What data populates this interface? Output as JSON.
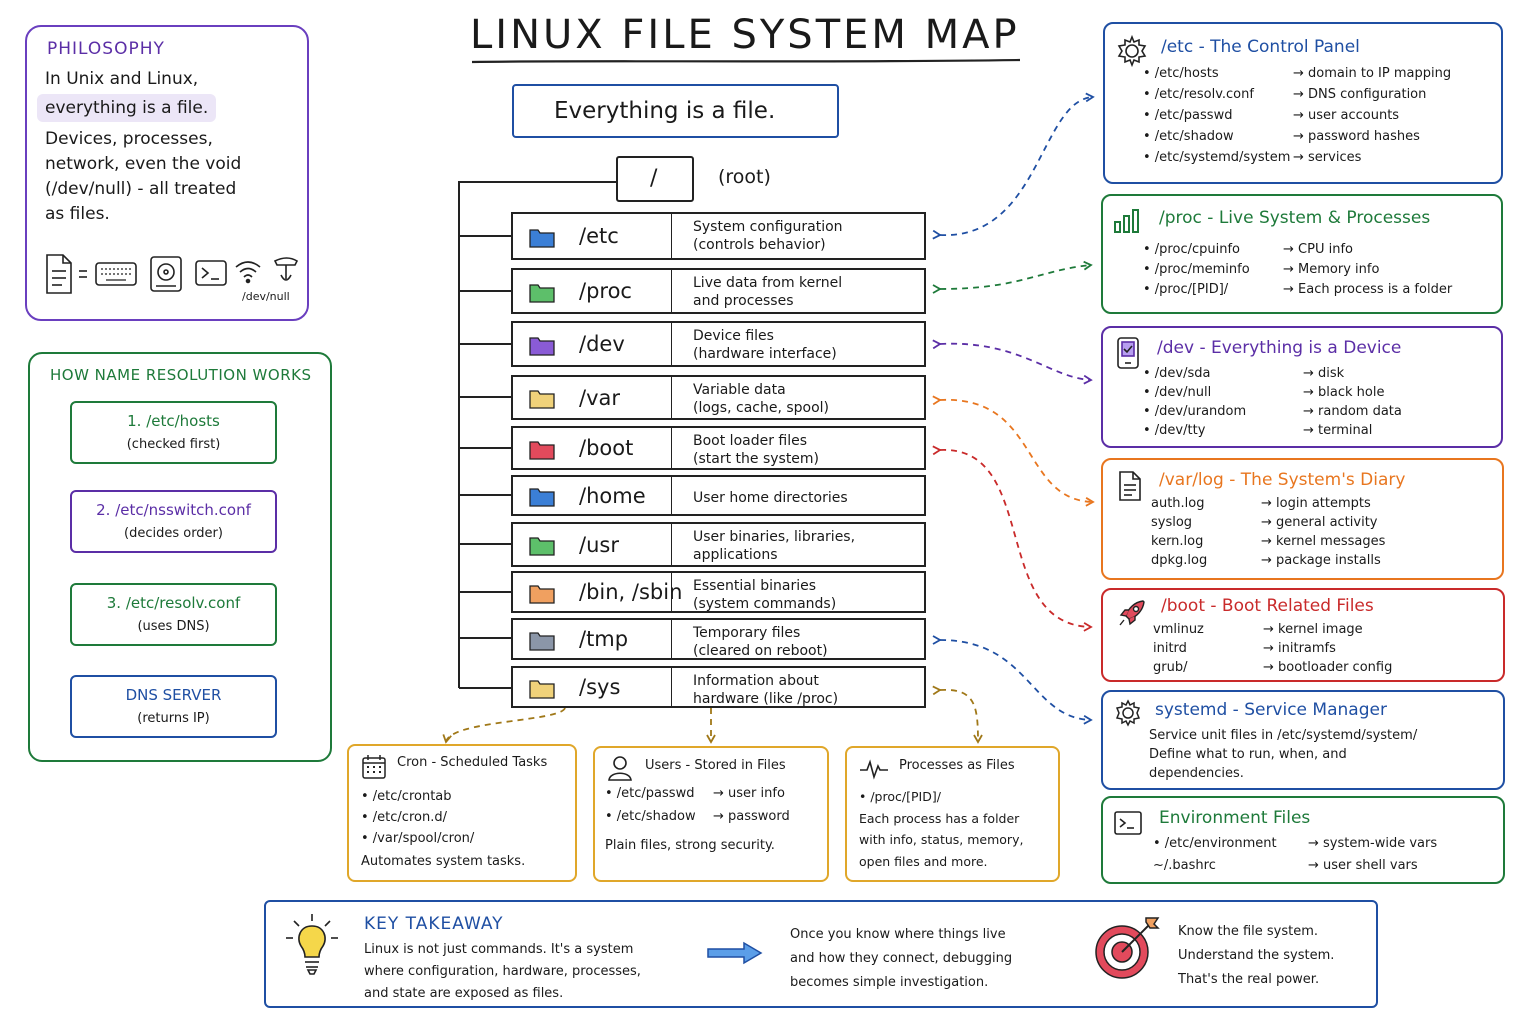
{
  "title": "LINUX FILE SYSTEM MAP",
  "tagline": "Everything is a file.",
  "root": {
    "symbol": "/",
    "label": "(root)"
  },
  "philosophy": {
    "heading": "PHILOSOPHY",
    "line1": "In Unix and Linux,",
    "line2": "everything is a file.",
    "body": [
      "Devices, processes,",
      "network, even the void",
      "(/dev/null) - all treated",
      "as files."
    ],
    "icons": [
      "file-icon",
      "keyboard-icon",
      "disk-icon",
      "terminal-icon",
      "wifi-icon",
      "void-icon"
    ],
    "equals": "=",
    "devnull": "/dev/null"
  },
  "resolution": {
    "heading": "HOW NAME RESOLUTION WORKS",
    "steps": [
      {
        "title": "1. /etc/hosts",
        "sub": "(checked first)",
        "color": "#1e7a3a"
      },
      {
        "title": "2. /etc/nsswitch.conf",
        "sub": "(decides order)",
        "color": "#5b2ea6"
      },
      {
        "title": "3. /etc/resolv.conf",
        "sub": "(uses DNS)",
        "color": "#1e7a3a"
      },
      {
        "title": "DNS SERVER",
        "sub": "(returns IP)",
        "color": "#1f4fa3"
      }
    ]
  },
  "tree": [
    {
      "name": "/etc",
      "desc": "System configuration\n(controls behavior)",
      "color": "#3b7fd6"
    },
    {
      "name": "/proc",
      "desc": "Live data from kernel\nand processes",
      "color": "#5dbf6a"
    },
    {
      "name": "/dev",
      "desc": "Device files\n(hardware interface)",
      "color": "#8a5bd6"
    },
    {
      "name": "/var",
      "desc": "Variable data\n(logs, cache, spool)",
      "color": "#f0d27a"
    },
    {
      "name": "/boot",
      "desc": "Boot loader files\n(start the system)",
      "color": "#e24a5c"
    },
    {
      "name": "/home",
      "desc": "User home directories",
      "color": "#3b7fd6"
    },
    {
      "name": "/usr",
      "desc": "User binaries, libraries,\napplications",
      "color": "#5dbf6a"
    },
    {
      "name": "/bin, /sbin",
      "desc": "Essential binaries\n(system commands)",
      "color": "#f0a060"
    },
    {
      "name": "/tmp",
      "desc": "Temporary files\n(cleared on reboot)",
      "color": "#8b96a8"
    },
    {
      "name": "/sys",
      "desc": "Information about\nhardware (like /proc)",
      "color": "#f0d27a"
    }
  ],
  "panels": {
    "etc": {
      "title": "/etc - The Control Panel",
      "color": "#1f4fa3",
      "icon": "gear-icon",
      "items": [
        [
          "• /etc/hosts",
          "→  domain to IP mapping"
        ],
        [
          "• /etc/resolv.conf",
          "→  DNS configuration"
        ],
        [
          "• /etc/passwd",
          "→  user accounts"
        ],
        [
          "• /etc/shadow",
          "→  password hashes"
        ],
        [
          "• /etc/systemd/system",
          "→  services"
        ]
      ]
    },
    "proc": {
      "title": "/proc - Live System & Processes",
      "color": "#1e7a3a",
      "icon": "bar-chart-icon",
      "items": [
        [
          "• /proc/cpuinfo",
          "→  CPU info"
        ],
        [
          "• /proc/meminfo",
          "→  Memory info"
        ],
        [
          "• /proc/[PID]/",
          "→  Each process is a folder"
        ]
      ]
    },
    "dev": {
      "title": "/dev - Everything is a Device",
      "color": "#5b2ea6",
      "icon": "device-icon",
      "items": [
        [
          "• /dev/sda",
          "→  disk"
        ],
        [
          "• /dev/null",
          "→  black hole"
        ],
        [
          "• /dev/urandom",
          "→  random data"
        ],
        [
          "• /dev/tty",
          "→  terminal"
        ]
      ]
    },
    "varlog": {
      "title": "/var/log - The System's Diary",
      "color": "#e8761f",
      "icon": "log-file-icon",
      "items": [
        [
          "auth.log",
          "→  login attempts"
        ],
        [
          "syslog",
          "→  general activity"
        ],
        [
          "kern.log",
          "→  kernel messages"
        ],
        [
          "dpkg.log",
          "→  package installs"
        ]
      ]
    },
    "boot": {
      "title": "/boot - Boot Related Files",
      "color": "#c92a2a",
      "icon": "rocket-icon",
      "items": [
        [
          "vmlinuz",
          "→  kernel image"
        ],
        [
          "initrd",
          "→  initramfs"
        ],
        [
          "grub/",
          "→  bootloader config"
        ]
      ]
    },
    "systemd": {
      "title": "systemd - Service Manager",
      "color": "#1f4fa3",
      "icon": "gear-icon",
      "lines": [
        "Service unit files in /etc/systemd/system/",
        "Define what to run, when, and",
        "dependencies."
      ]
    },
    "env": {
      "title": "Environment Files",
      "color": "#1e7a3a",
      "icon": "terminal-icon",
      "items": [
        [
          "• /etc/environment",
          "→  system-wide vars"
        ],
        [
          "~/.bashrc",
          "→  user shell vars"
        ]
      ]
    }
  },
  "bottom_cards": {
    "cron": {
      "title": "Cron - Scheduled Tasks",
      "items": [
        "• /etc/crontab",
        "• /etc/cron.d/",
        "• /var/spool/cron/"
      ],
      "footer": "Automates system tasks."
    },
    "users": {
      "title": "Users - Stored in Files",
      "items": [
        [
          "• /etc/passwd",
          "→  user info"
        ],
        [
          "• /etc/shadow",
          "→  password"
        ]
      ],
      "footer": "Plain files, strong security."
    },
    "processes": {
      "title": "Processes as Files",
      "lines": [
        "• /proc/[PID]/",
        "Each process has a folder",
        "with info, status, memory,",
        "open files and more."
      ]
    }
  },
  "takeaway": {
    "heading": "KEY TAKEAWAY",
    "left": [
      "Linux is not just commands. It's a system",
      "where configuration, hardware, processes,",
      "and state are exposed as files."
    ],
    "middle": [
      "Once you know where things live",
      "and how they connect, debugging",
      "becomes simple investigation."
    ],
    "right": [
      "Know the file system.",
      "Understand the system.",
      "That's the real power."
    ]
  }
}
